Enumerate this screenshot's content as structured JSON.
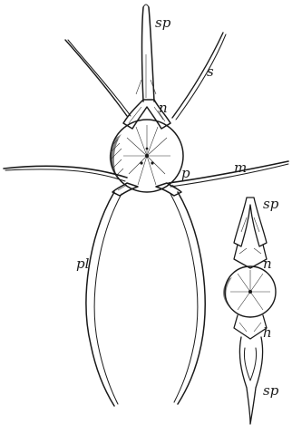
{
  "figure": {
    "labels": {
      "sp_top": "sp",
      "s": "s",
      "n_main": "n",
      "p": "p",
      "m": "m",
      "pl": "pl",
      "sp_small_top": "sp",
      "n_small": "n",
      "h": "h",
      "sp_small_bottom": "sp"
    }
  }
}
